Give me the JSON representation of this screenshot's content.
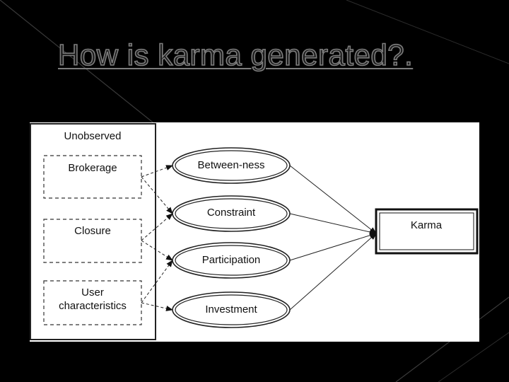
{
  "slide": {
    "title": "How is karma generated?."
  },
  "diagram": {
    "group_label": "Unobserved",
    "sources": {
      "brokerage": "Brokerage",
      "closure": "Closure",
      "user_line1": "User",
      "user_line2": "characteristics"
    },
    "measures": {
      "betweenness": "Between-ness",
      "constraint": "Constraint",
      "participation": "Participation",
      "investment": "Investment"
    },
    "outcome": "Karma"
  },
  "colors": {
    "background": "#000000",
    "diagram_background": "#ffffff",
    "ink": "#111111"
  }
}
